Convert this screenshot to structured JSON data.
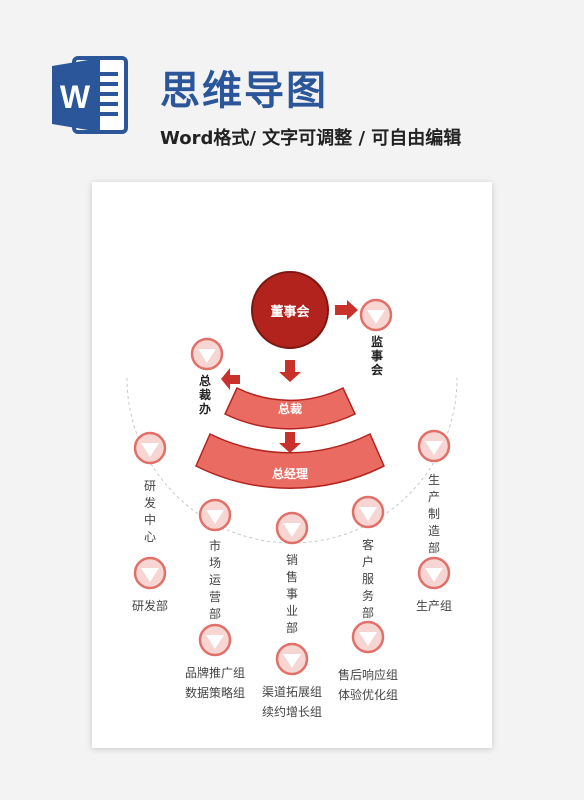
{
  "header": {
    "logo_letter": "W",
    "title": "思维导图",
    "subtitle": "Word格式/ 文字可调整 / 可自由编辑"
  },
  "colors": {
    "brand_blue": "#2b579a",
    "dark_red": "#b3231d",
    "light_red": "#e96b62",
    "arrow_red": "#c8322a",
    "circle_ring": "#e07068",
    "circle_fill": "#f6d5d2"
  },
  "diagram": {
    "board": "董事会",
    "supervisor": "监事会",
    "president_office": "总裁办",
    "president": "总裁",
    "general_manager": "总经理",
    "rd_center": "研发中心",
    "rd_dept": "研发部",
    "marketing": "市场运营部",
    "marketing_groups": [
      "品牌推广组",
      "数据策略组"
    ],
    "sales": "销售事业部",
    "sales_groups": [
      "渠道拓展组",
      "续约增长组"
    ],
    "customer": "客户服务部",
    "customer_groups": [
      "售后响应组",
      "体验优化组"
    ],
    "production": "生产制造部",
    "production_group": "生产组"
  }
}
